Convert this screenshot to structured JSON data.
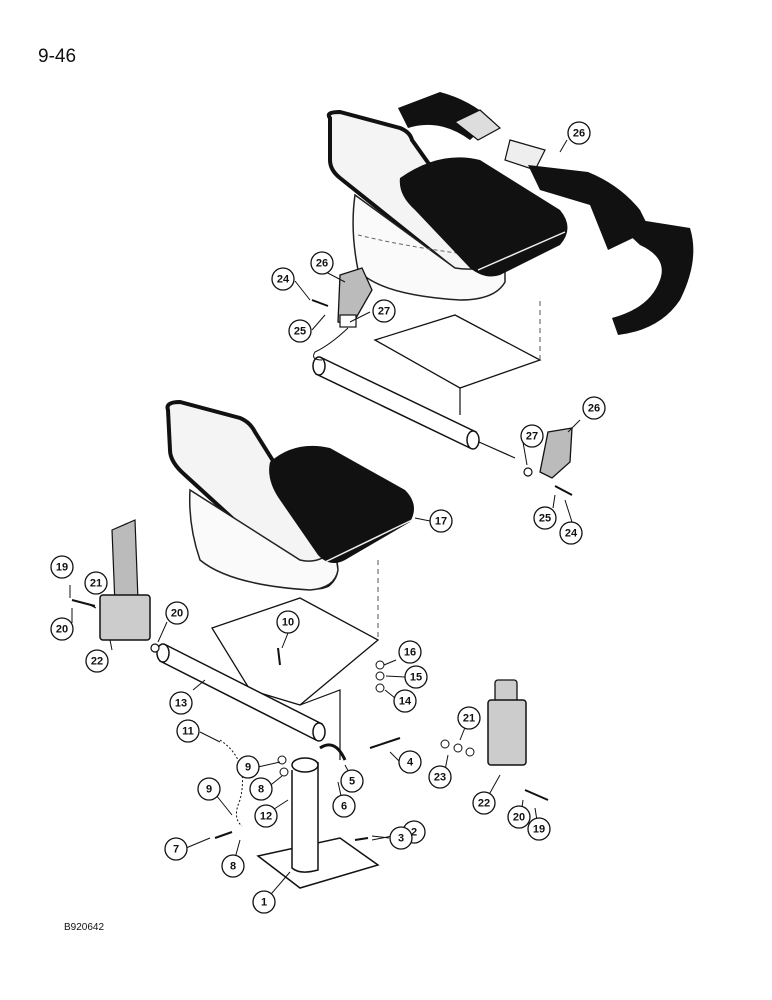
{
  "page_number": "9-46",
  "drawing_code": "B920642",
  "callouts": [
    "26",
    "26",
    "24",
    "27",
    "25",
    "27",
    "26",
    "25",
    "24",
    "17",
    "19",
    "21",
    "20",
    "20",
    "22",
    "10",
    "16",
    "15",
    "14",
    "13",
    "11",
    "4",
    "21",
    "23",
    "9",
    "8",
    "5",
    "12",
    "6",
    "9",
    "2",
    "22",
    "20",
    "19",
    "7",
    "8",
    "3",
    "1"
  ]
}
